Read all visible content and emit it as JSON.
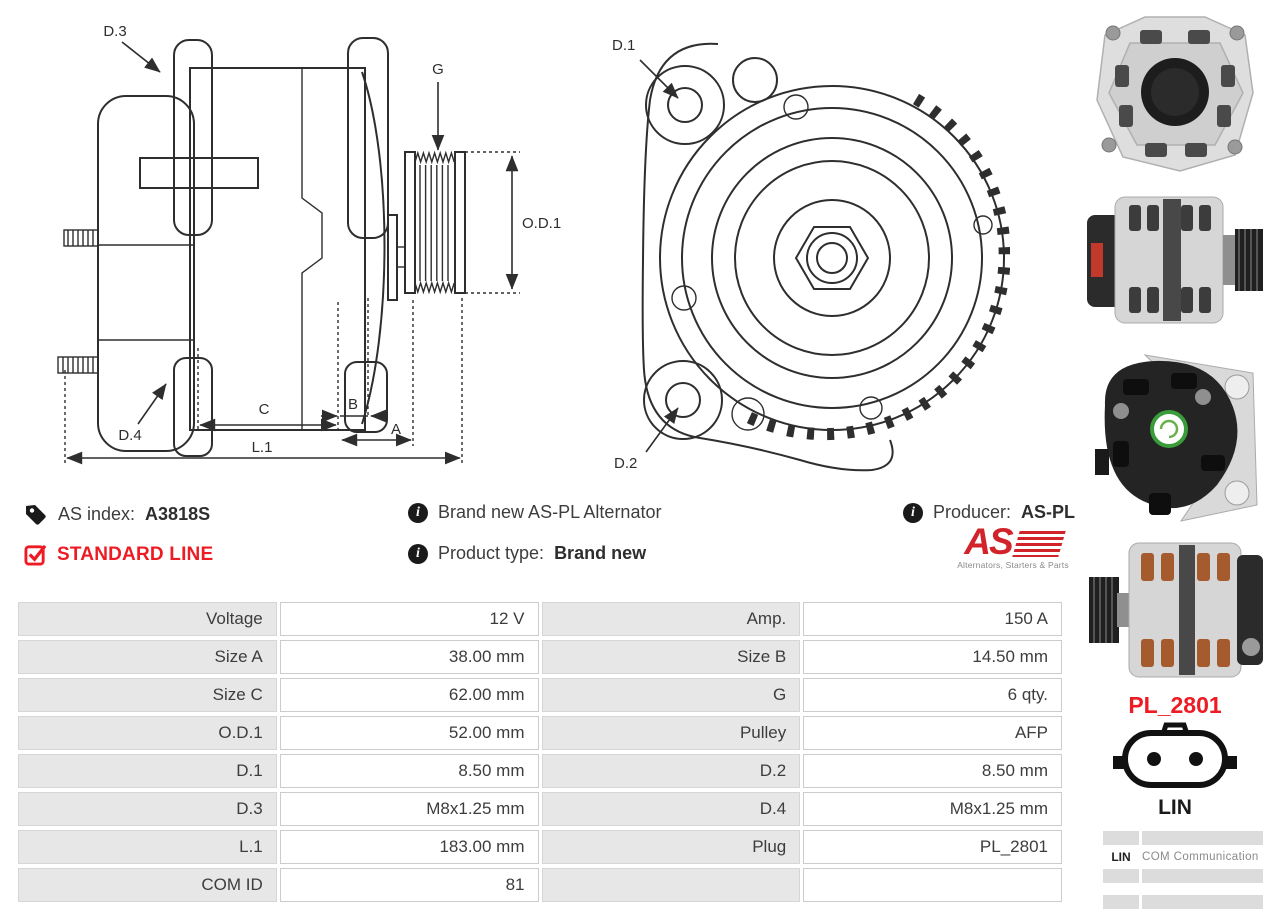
{
  "product": {
    "as_index_label": "AS index:",
    "as_index": "A3818S",
    "line_badge": "STANDARD LINE",
    "description": "Brand new AS-PL Alternator",
    "product_type_label": "Product type:",
    "product_type": "Brand new",
    "producer_label": "Producer:",
    "producer": "AS-PL"
  },
  "brand": {
    "logo_text": "AS",
    "logo_tagline": "Alternators, Starters & Parts"
  },
  "diagram": {
    "side_view_labels": {
      "d3": "D.3",
      "g": "G",
      "od1": "O.D.1",
      "d4": "D.4",
      "c": "C",
      "b": "B",
      "a": "A",
      "l1": "L.1"
    },
    "front_view_labels": {
      "d1": "D.1",
      "d2": "D.2"
    }
  },
  "specs": {
    "rows": [
      {
        "l1": "Voltage",
        "v1": "12 V",
        "l2": "Amp.",
        "v2": "150 A"
      },
      {
        "l1": "Size A",
        "v1": "38.00 mm",
        "l2": "Size B",
        "v2": "14.50 mm"
      },
      {
        "l1": "Size C",
        "v1": "62.00 mm",
        "l2": "G",
        "v2": "6 qty."
      },
      {
        "l1": "O.D.1",
        "v1": "52.00 mm",
        "l2": "Pulley",
        "v2": "AFP"
      },
      {
        "l1": "D.1",
        "v1": "8.50 mm",
        "l2": "D.2",
        "v2": "8.50 mm"
      },
      {
        "l1": "D.3",
        "v1": "M8x1.25 mm",
        "l2": "D.4",
        "v2": "M8x1.25 mm"
      },
      {
        "l1": "L.1",
        "v1": "183.00 mm",
        "l2": "Plug",
        "v2": "PL_2801"
      },
      {
        "l1": "COM ID",
        "v1": "81",
        "l2": "",
        "v2": ""
      }
    ]
  },
  "plug": {
    "code": "PL_2801",
    "type_label": "LIN",
    "pin_table": {
      "pin": "LIN",
      "description": "COM Communication"
    }
  },
  "colors": {
    "accent_red": "#ed1c24",
    "brand_red": "#d2232a",
    "cell_gray": "#e7e7e7",
    "text": "#3d3d3d"
  }
}
